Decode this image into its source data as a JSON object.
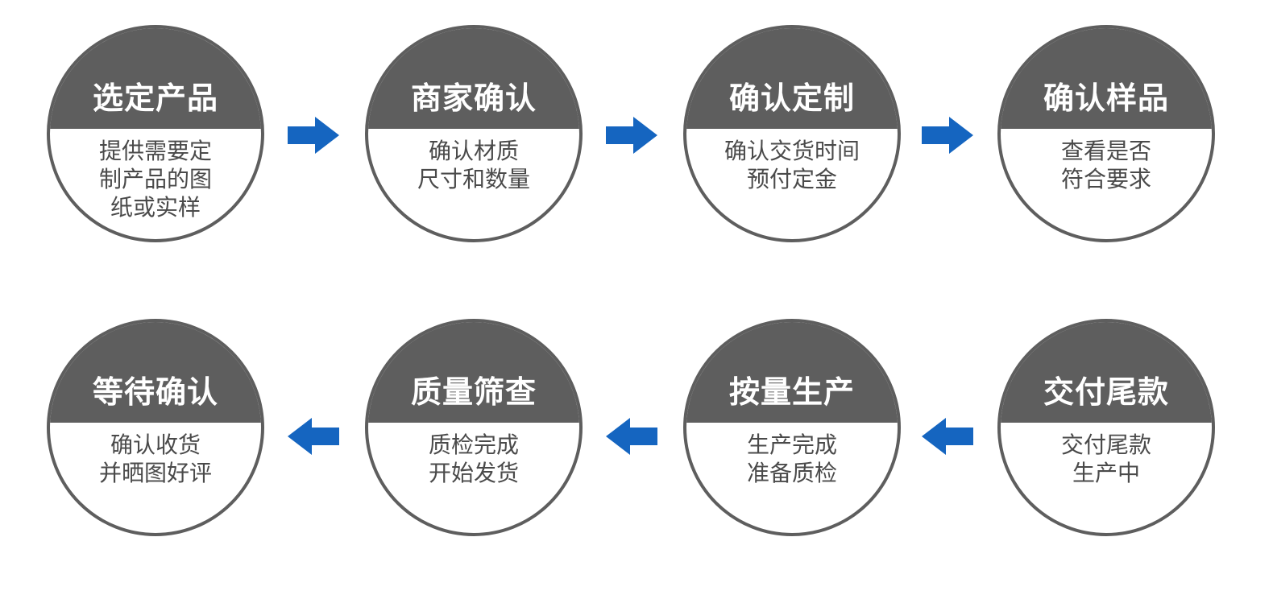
{
  "colors": {
    "circle_header": "#5e5e5e",
    "circle_border": "#5e5e5e",
    "arrow": "#1565c0",
    "text": "#4a4a4a"
  },
  "steps": [
    {
      "title": "选定产品",
      "lines": [
        "提供需要定",
        "制产品的图",
        "纸或实样"
      ]
    },
    {
      "title": "商家确认",
      "lines": [
        "确认材质",
        "尺寸和数量"
      ]
    },
    {
      "title": "确认定制",
      "lines": [
        "确认交货时间",
        "预付定金"
      ]
    },
    {
      "title": "确认样品",
      "lines": [
        "查看是否",
        "符合要求"
      ]
    },
    {
      "title": "交付尾款",
      "lines": [
        "交付尾款",
        "生产中"
      ]
    },
    {
      "title": "按量生产",
      "lines": [
        "生产完成",
        "准备质检"
      ]
    },
    {
      "title": "质量筛查",
      "lines": [
        "质检完成",
        "开始发货"
      ]
    },
    {
      "title": "等待确认",
      "lines": [
        "确认收货",
        "并晒图好评"
      ]
    }
  ],
  "arrows": [
    {
      "icon": "arrow-right-icon"
    },
    {
      "icon": "arrow-right-icon"
    },
    {
      "icon": "arrow-right-icon"
    },
    {
      "icon": "arrow-left-icon"
    },
    {
      "icon": "arrow-left-icon"
    },
    {
      "icon": "arrow-left-icon"
    }
  ]
}
